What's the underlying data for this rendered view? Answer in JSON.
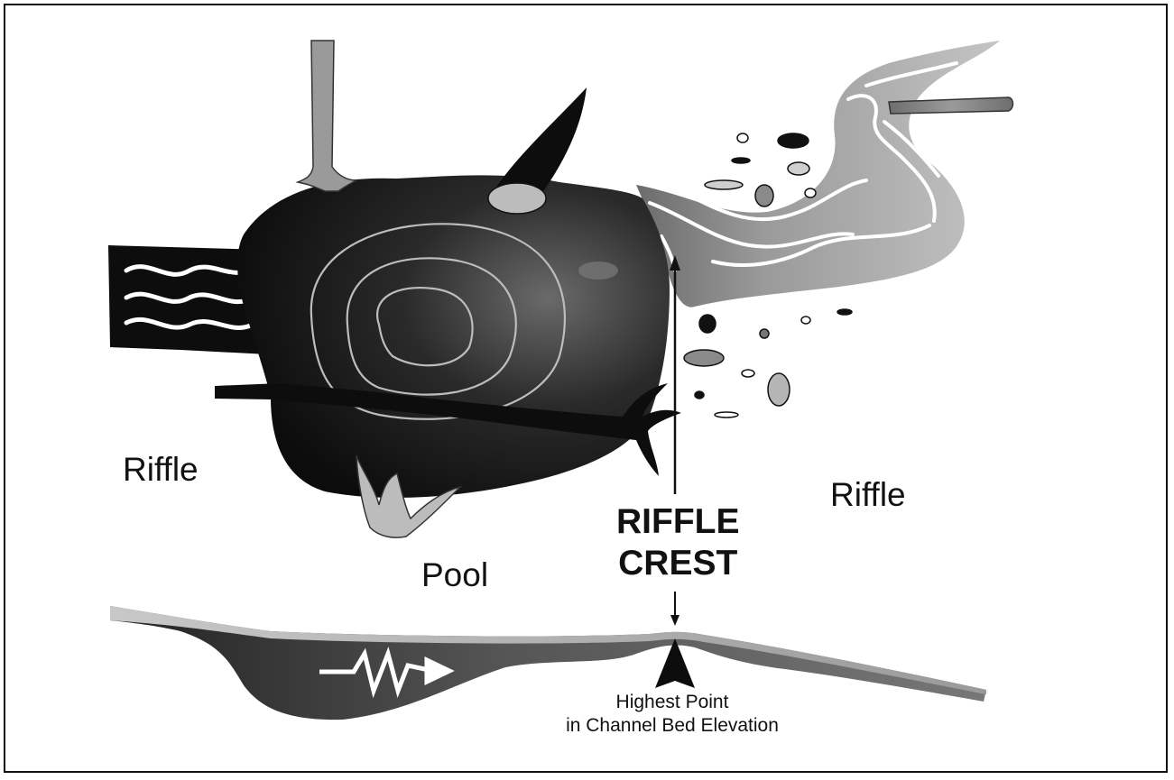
{
  "labels": {
    "riffle_left": "Riffle",
    "riffle_right": "Riffle",
    "pool": "Pool",
    "riffle_crest_line1": "RIFFLE",
    "riffle_crest_line2": "CREST",
    "highest_point_line1": "Highest Point",
    "highest_point_line2": "in Channel Bed Elevation"
  },
  "colors": {
    "pool_dark": "#111111",
    "pool_mid": "#4a4a4a",
    "riffle_light": "#b8b8b8",
    "contour": "#c8c8c8",
    "water_line": "#ffffff"
  }
}
